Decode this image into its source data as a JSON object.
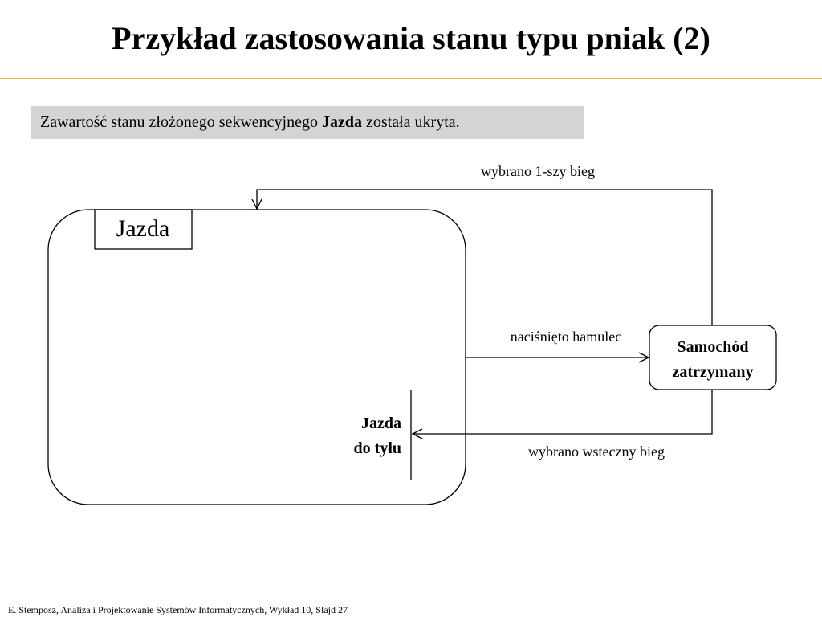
{
  "slide": {
    "title": "Przykład zastosowania stanu typu pniak (2)",
    "note": {
      "before": "Zawartość stanu złożonego sekwencyjnego ",
      "bold": "Jazda",
      "after": " została ukryta."
    },
    "footer": "E. Stemposz, Analiza i Projektowanie Systemów Informatycznych, Wykład 10, Slajd 27"
  },
  "diagram": {
    "composite_state": {
      "name": "Jazda"
    },
    "stub_state": {
      "line1": "Jazda",
      "line2": "do tyłu"
    },
    "target_state": {
      "line1": "Samochód",
      "line2": "zatrzymany"
    },
    "transitions": {
      "first_gear": "wybrano 1-szy bieg",
      "brake": "naciśnięto hamulec",
      "reverse": "wybrano wsteczny bieg"
    }
  }
}
